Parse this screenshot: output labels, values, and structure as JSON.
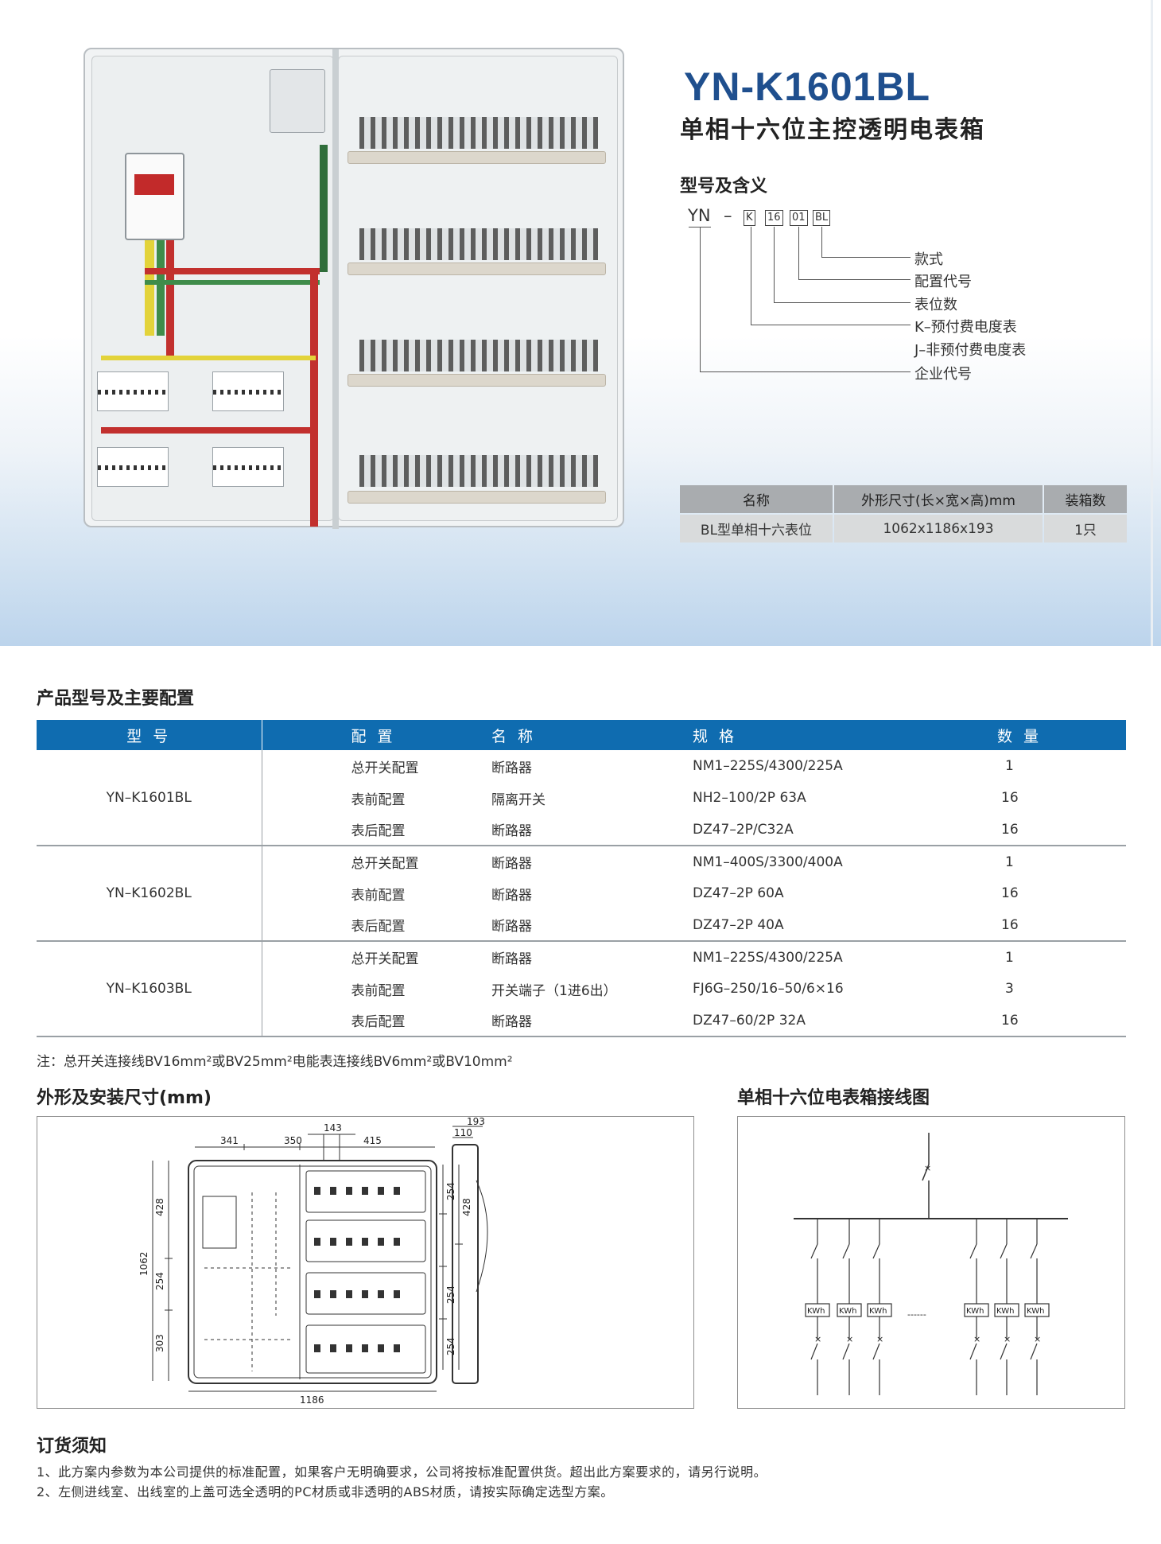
{
  "hero": {
    "title": "YN-K1601BL",
    "subtitle": "单相十六位主控透明电表箱",
    "meaning_heading": "型号及含义",
    "code": {
      "prefix": "YN",
      "dash": "–",
      "boxes": [
        "K",
        "16",
        "01",
        "BL"
      ]
    },
    "legend": [
      "款式",
      "配置代号",
      "表位数",
      "K–预付费电度表",
      "J–非预付费电度表",
      "企业代号"
    ],
    "spec_table": {
      "headers": [
        "名称",
        "外形尺寸(长×宽×高)mm",
        "装箱数"
      ],
      "row": [
        "BL型单相十六表位",
        "1062x1186x193",
        "1只"
      ]
    }
  },
  "config": {
    "heading": "产品型号及主要配置",
    "headers": [
      "型 号",
      "配 置",
      "名 称",
      "规 格",
      "数 量"
    ],
    "groups": [
      {
        "model": "YN–K1601BL",
        "rows": [
          [
            "总开关配置",
            "断路器",
            "NM1–225S/4300/225A",
            "1"
          ],
          [
            "表前配置",
            "隔离开关",
            "NH2–100/2P 63A",
            "16"
          ],
          [
            "表后配置",
            "断路器",
            "DZ47–2P/C32A",
            "16"
          ]
        ]
      },
      {
        "model": "YN–K1602BL",
        "rows": [
          [
            "总开关配置",
            "断路器",
            "NM1–400S/3300/400A",
            "1"
          ],
          [
            "表前配置",
            "断路器",
            "DZ47–2P 60A",
            "16"
          ],
          [
            "表后配置",
            "断路器",
            "DZ47–2P 40A",
            "16"
          ]
        ]
      },
      {
        "model": "YN–K1603BL",
        "rows": [
          [
            "总开关配置",
            "断路器",
            "NM1–225S/4300/225A",
            "1"
          ],
          [
            "表前配置",
            "开关端子（1进6出）",
            "FJ6G–250/16–50/6×16",
            "3"
          ],
          [
            "表后配置",
            "断路器",
            "DZ47–60/2P 32A",
            "16"
          ]
        ]
      }
    ],
    "note": "注：总开关连接线BV16mm²或BV25mm²电能表连接线BV6mm²或BV10mm²"
  },
  "drawing": {
    "heading": "外形及安装尺寸(mm)",
    "dims": {
      "top": [
        "341",
        "350",
        "143",
        "415"
      ],
      "left": [
        "428",
        "254",
        "303"
      ],
      "left_total": "1062",
      "right": [
        "254",
        "428",
        "254",
        "254"
      ],
      "bottom": "1186",
      "side": [
        "193",
        "110"
      ]
    }
  },
  "wiring": {
    "heading": "单相十六位电表箱接线图",
    "meter_label": "KWh",
    "dots": "------"
  },
  "order": {
    "heading": "订货须知",
    "lines": [
      "1、此方案内参数为本公司提供的标准配置，如果客户无明确要求，公司将按标准配置供货。超出此方案要求的，请另行说明。",
      "2、左侧进线室、出线室的上盖可选全透明的PC材质或非透明的ABS材质，请按实际确定选型方案。"
    ]
  }
}
